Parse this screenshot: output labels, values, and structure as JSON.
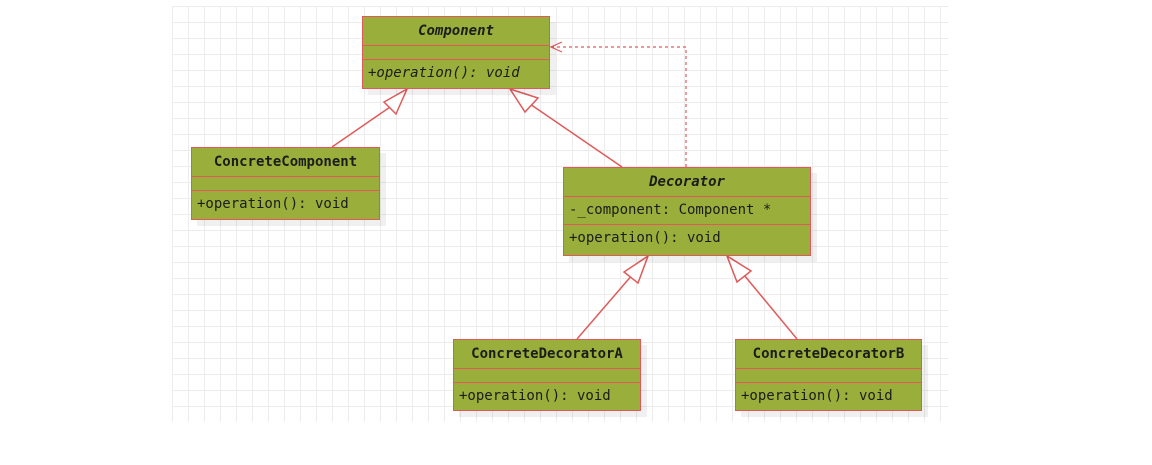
{
  "diagram": {
    "classes": {
      "component": {
        "name": "Component",
        "attributes": "",
        "operations": "+operation(): void",
        "abstract": true
      },
      "concrete_component": {
        "name": "ConcreteComponent",
        "attributes": "",
        "operations": "+operation(): void",
        "abstract": false
      },
      "decorator": {
        "name": "Decorator",
        "attributes": "-_component: Component *",
        "operations": "+operation(): void",
        "abstract": true
      },
      "concrete_decorator_a": {
        "name": "ConcreteDecoratorA",
        "attributes": "",
        "operations": "+operation(): void",
        "abstract": false
      },
      "concrete_decorator_b": {
        "name": "ConcreteDecoratorB",
        "attributes": "",
        "operations": "+operation(): void",
        "abstract": false
      }
    },
    "relationships": [
      {
        "type": "generalization",
        "from": "ConcreteComponent",
        "to": "Component"
      },
      {
        "type": "generalization",
        "from": "Decorator",
        "to": "Component"
      },
      {
        "type": "dependency",
        "from": "Decorator",
        "to": "Component",
        "style": "dashed"
      },
      {
        "type": "generalization",
        "from": "ConcreteDecoratorA",
        "to": "Decorator"
      },
      {
        "type": "generalization",
        "from": "ConcreteDecoratorB",
        "to": "Decorator"
      }
    ],
    "colors": {
      "class_fill": "#9aae3b",
      "line": "#e05a5a",
      "grid": "#ececec"
    }
  }
}
